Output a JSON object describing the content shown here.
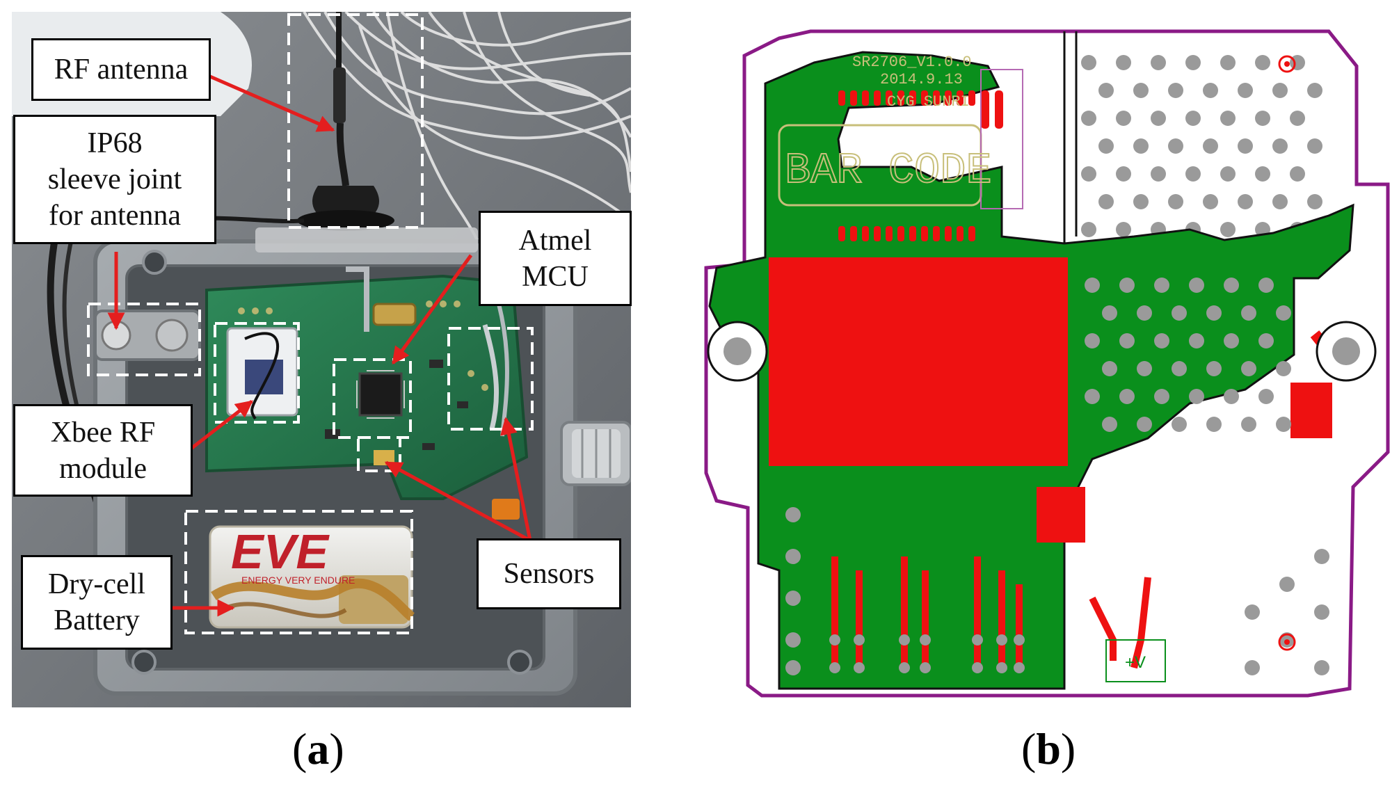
{
  "panel_a": {
    "callouts": {
      "rf_antenna": "RF antenna",
      "ip68_line1": "IP68",
      "ip68_line2": "sleeve joint",
      "ip68_line3": "for antenna",
      "atmel_line1": "Atmel",
      "atmel_line2": "MCU",
      "xbee_line1": "Xbee RF",
      "xbee_line2": "module",
      "battery_line1": "Dry-cell",
      "battery_line2": "Battery",
      "sensors": "Sensors"
    },
    "battery_brand": "EVE",
    "battery_slogan": "ENERGY VERY ENDURE",
    "caption_open": "(",
    "caption_letter": "a",
    "caption_close": ")"
  },
  "panel_b": {
    "silk_line1": "SR2706_V1.0.0",
    "silk_line2": "2014.9.13",
    "silk_line3": "CYG SUNRI",
    "bar_code": "BAR CODE",
    "power_label": "+V",
    "caption_open": "(",
    "caption_letter": "b",
    "caption_close": ")"
  },
  "colors": {
    "arrow": "#e41e1e",
    "pcb_green": "#0a8f1c",
    "copper_red": "#ee1111",
    "outline_purple": "#8a1a86",
    "via_grey": "#9a9a9a"
  }
}
